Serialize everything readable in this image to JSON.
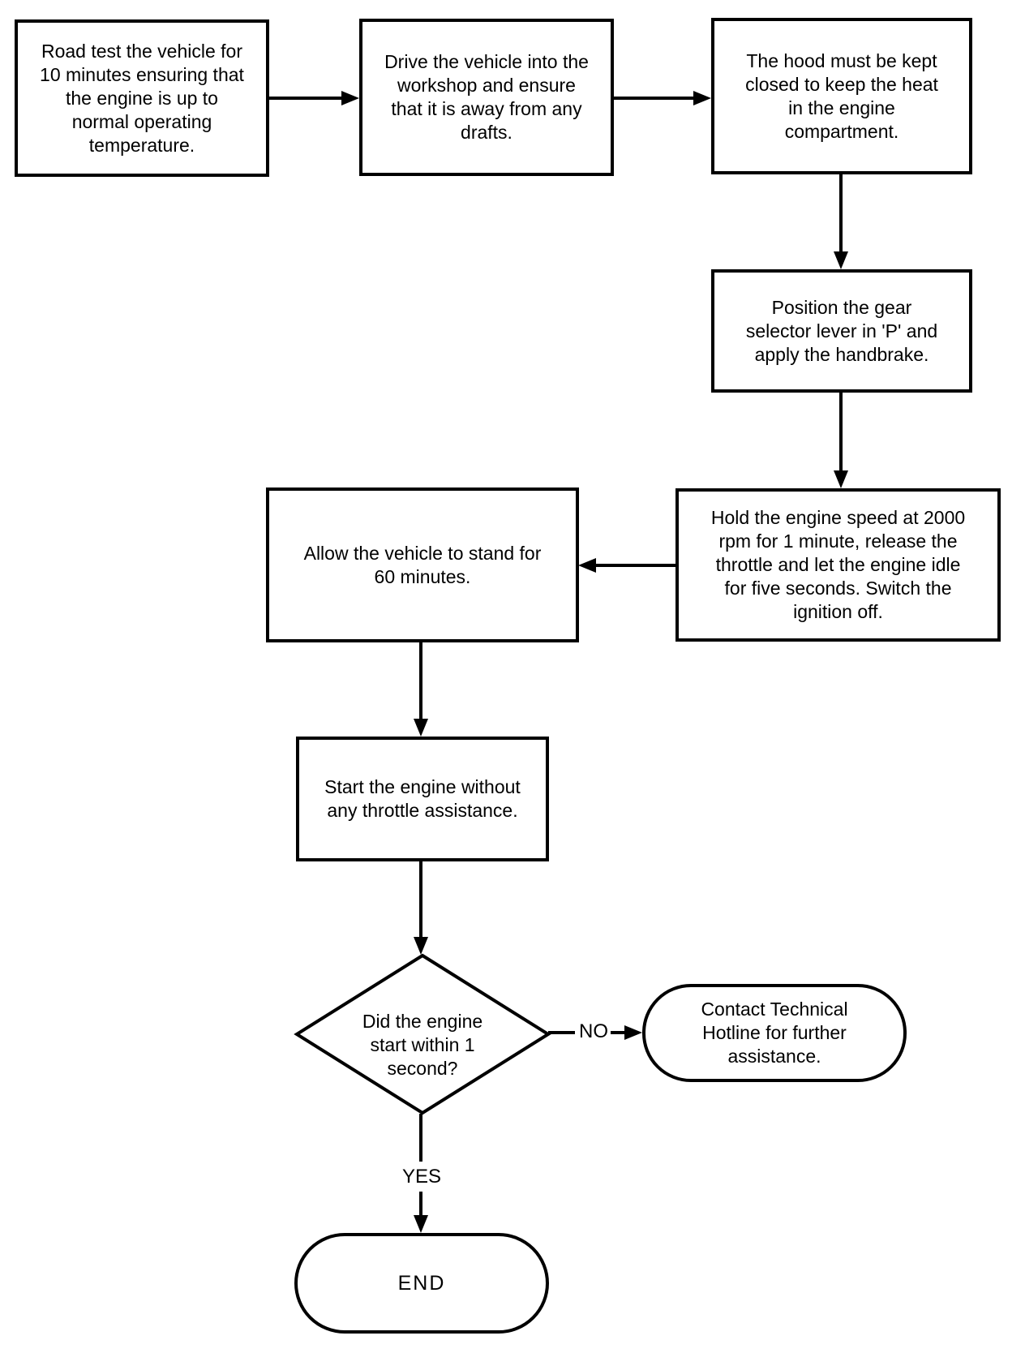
{
  "page": {
    "background": "#ffffff",
    "ink": "#000000"
  },
  "flowchart": {
    "nodes": {
      "road_test": {
        "type": "process",
        "label": "Road test the vehicle for\n10 minutes ensuring that\nthe engine is up to\nnormal operating\ntemperature."
      },
      "drive_in": {
        "type": "process",
        "label": "Drive the vehicle into the\nworkshop and ensure\nthat it is away from any\ndrafts."
      },
      "hood_closed": {
        "type": "process",
        "label": "The hood must be kept\nclosed to keep the heat\nin the engine\ncompartment."
      },
      "gear_selector": {
        "type": "process",
        "label": "Position the gear\nselector lever in 'P' and\napply the handbrake."
      },
      "hold_speed": {
        "type": "process",
        "label": "Hold the engine speed at 2000\nrpm for 1 minute, release the\nthrottle and let the engine idle\nfor five seconds. Switch the\nignition off."
      },
      "stand_60": {
        "type": "process",
        "label": "Allow the vehicle to stand for\n60 minutes."
      },
      "start_engine": {
        "type": "process",
        "label": "Start the engine without\nany throttle assistance."
      },
      "did_start": {
        "type": "decision",
        "label": "Did the engine\nstart within 1\nsecond?"
      },
      "contact_hotline": {
        "type": "terminator",
        "label": "Contact Technical\nHotline for further\nassistance."
      },
      "end": {
        "type": "terminator",
        "label": "END"
      }
    },
    "edge_labels": {
      "no": "NO",
      "yes": "YES"
    },
    "edges": [
      {
        "from": "road_test",
        "to": "drive_in"
      },
      {
        "from": "drive_in",
        "to": "hood_closed"
      },
      {
        "from": "hood_closed",
        "to": "gear_selector"
      },
      {
        "from": "gear_selector",
        "to": "hold_speed"
      },
      {
        "from": "hold_speed",
        "to": "stand_60"
      },
      {
        "from": "stand_60",
        "to": "start_engine"
      },
      {
        "from": "start_engine",
        "to": "did_start"
      },
      {
        "from": "did_start",
        "to": "contact_hotline",
        "label": "NO"
      },
      {
        "from": "did_start",
        "to": "end",
        "label": "YES"
      }
    ]
  }
}
